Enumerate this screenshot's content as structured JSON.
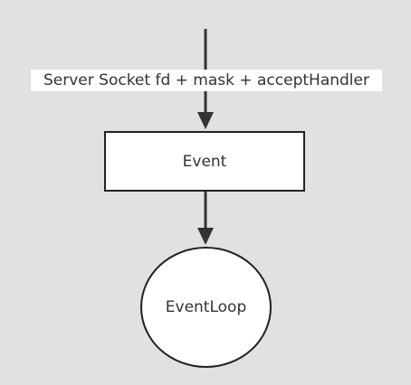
{
  "diagram": {
    "edges": [
      {
        "from": "",
        "to": "Event",
        "label": "Server Socket fd + mask + acceptHandler"
      },
      {
        "from": "Event",
        "to": "EventLoop",
        "label": ""
      }
    ],
    "nodes": {
      "event": {
        "label": "Event",
        "shape": "rectangle"
      },
      "eventloop": {
        "label": "EventLoop",
        "shape": "circle"
      }
    },
    "colors": {
      "background": "#e1e1e1",
      "node_fill": "#ffffff",
      "stroke": "#222222",
      "text": "#333333"
    }
  }
}
